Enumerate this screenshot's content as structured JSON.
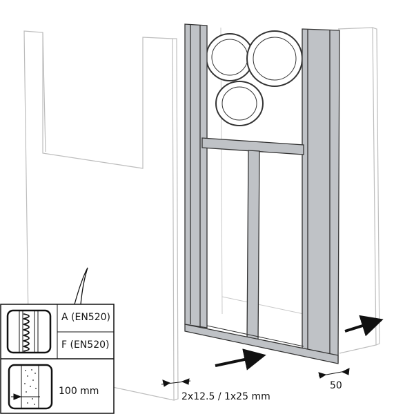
{
  "legend": {
    "board_type_a": "A (EN520)",
    "board_type_f": "F (EN520)",
    "wall_thickness": "100 mm"
  },
  "dimensions": {
    "board_thickness": "2x12.5 / 1x25 mm",
    "stud_width": "50"
  },
  "icons": [
    "mineral-wool-wall-icon",
    "solid-wall-icon",
    "insert-arrow-icon"
  ],
  "colors": {
    "frame": "#b9bcc0",
    "outline": "#222222",
    "board": "#bdbdbd"
  }
}
